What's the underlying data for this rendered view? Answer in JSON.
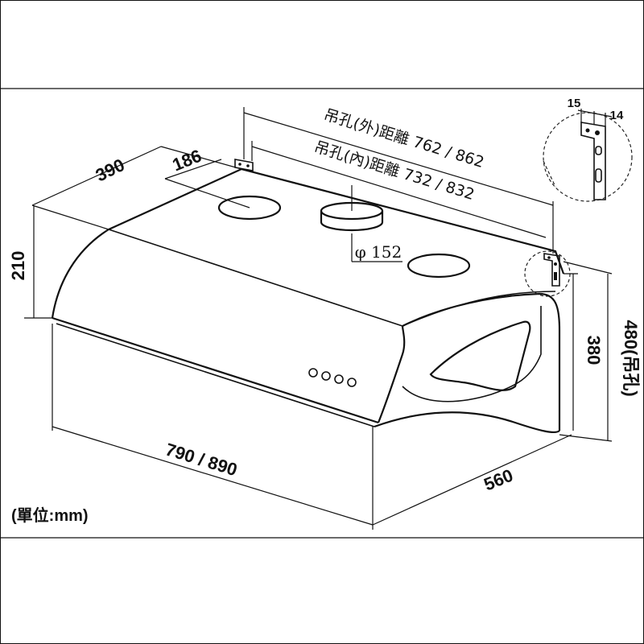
{
  "diagram": {
    "dimensions": {
      "depth_top": "390",
      "offset": "186",
      "front_height": "210",
      "outer_hole_distance": "吊孔(外)距離 762 / 862",
      "inner_hole_distance": "吊孔(內)距離 732 / 832",
      "duct_diameter": "φ 152",
      "bracket_a": "15",
      "bracket_b": "14",
      "side_height": "380",
      "total_height": "480(吊孔)",
      "width": "790 / 890",
      "depth_bottom": "560"
    },
    "unit_label": "(單位:mm)"
  }
}
